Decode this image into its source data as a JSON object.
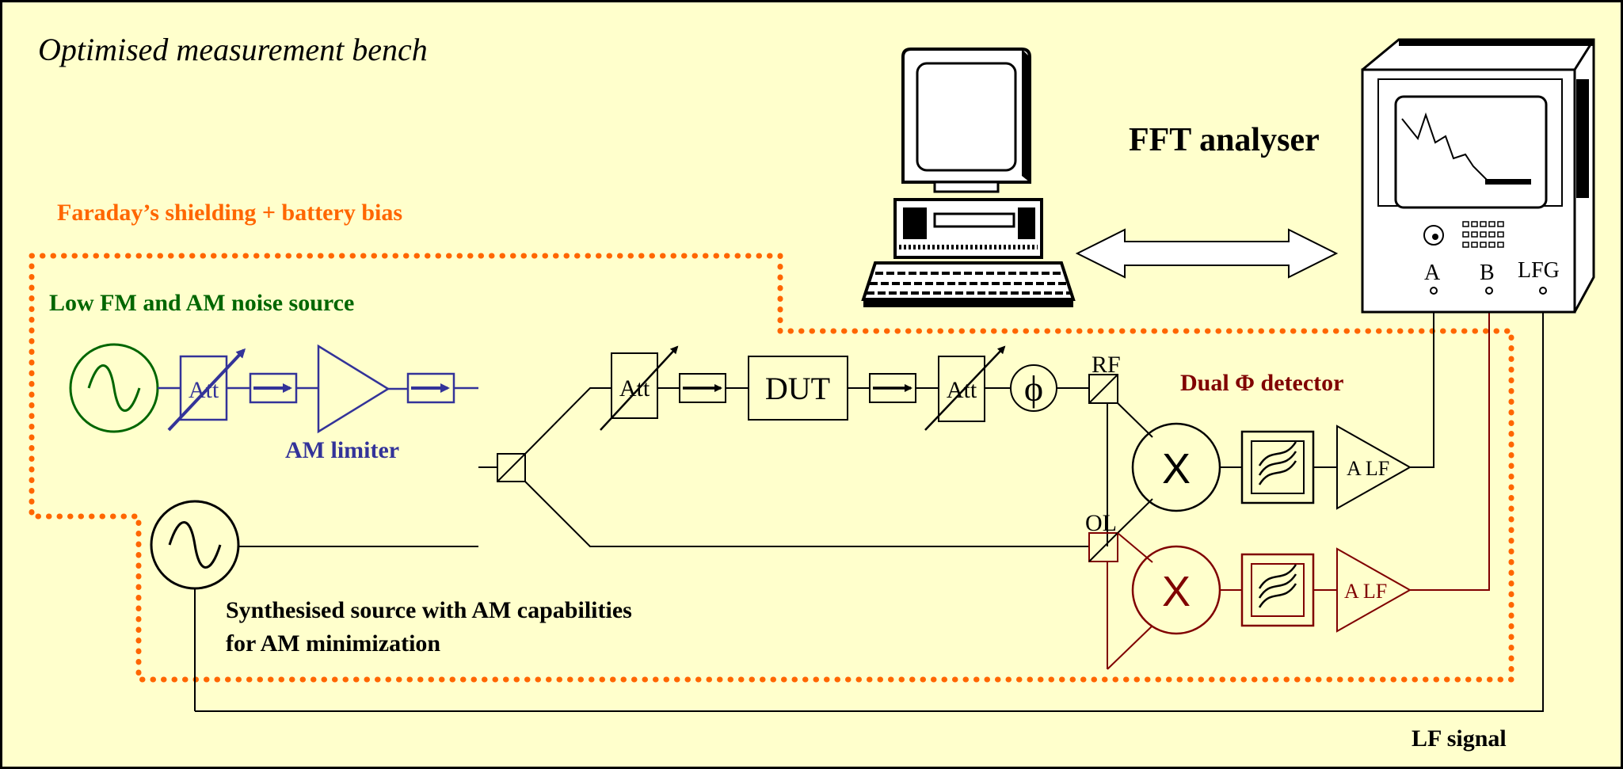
{
  "title": "Optimised measurement bench",
  "fft_label": "FFT analyser",
  "shielding_label": "Faraday’s shielding  +  battery bias",
  "noise_source_label": "Low FM and AM noise source",
  "am_limiter_label": "AM limiter",
  "synth_label_line1": "Synthesised source with AM capabilities",
  "synth_label_line2": "for AM minimization",
  "dual_detector_label": "Dual Φ detector",
  "lf_signal_label": "LF signal",
  "dut_label": "DUT",
  "att_label": "Att",
  "alf_label": "A LF",
  "rf_label": "RF",
  "ol_label": "OL",
  "mixer_symbol": "X",
  "phase_symbol": "ϕ",
  "ports": {
    "a": "A",
    "b": "B",
    "lfg": "LFG"
  },
  "colors": {
    "background": "#FFFFCC",
    "black": "#000000",
    "orange": "#FF6600",
    "green": "#006600",
    "blue": "#333399",
    "darkred": "#800000"
  },
  "icons": [
    "sine-source-icon",
    "attenuator-icon",
    "isolator-icon",
    "amplifier-icon",
    "mixer-icon",
    "filter-icon",
    "phase-shifter-icon",
    "computer-icon",
    "fft-analyser-icon",
    "bidirectional-arrow-icon"
  ]
}
